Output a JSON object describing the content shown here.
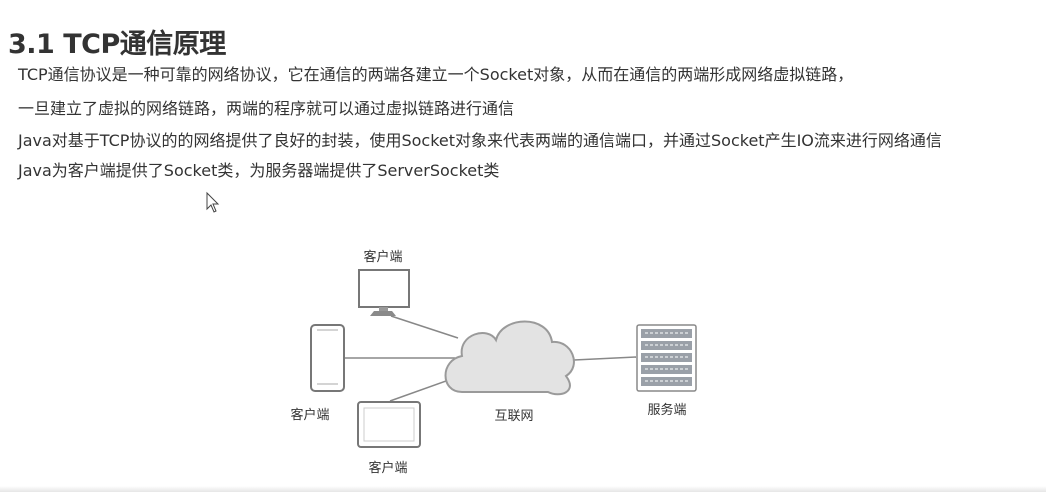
{
  "title": "3.1 TCP通信原理",
  "paragraphs": [
    "TCP通信协议是一种可靠的网络协议，它在通信的两端各建立一个Socket对象，从而在通信的两端形成网络虚拟链路，",
    "一旦建立了虚拟的网络链路，两端的程序就可以通过虚拟链路进行通信",
    "Java对基于TCP协议的的网络提供了良好的封装，使用Socket对象来代表两端的通信端口，并通过Socket产生IO流来进行网络通信",
    "Java为客户端提供了Socket类，为服务器端提供了ServerSocket类"
  ],
  "diagram": {
    "client_top_label": "客户端",
    "client_left_label": "客户端",
    "client_bottom_label": "客户端",
    "internet_label": "互联网",
    "server_label": "服务端"
  }
}
